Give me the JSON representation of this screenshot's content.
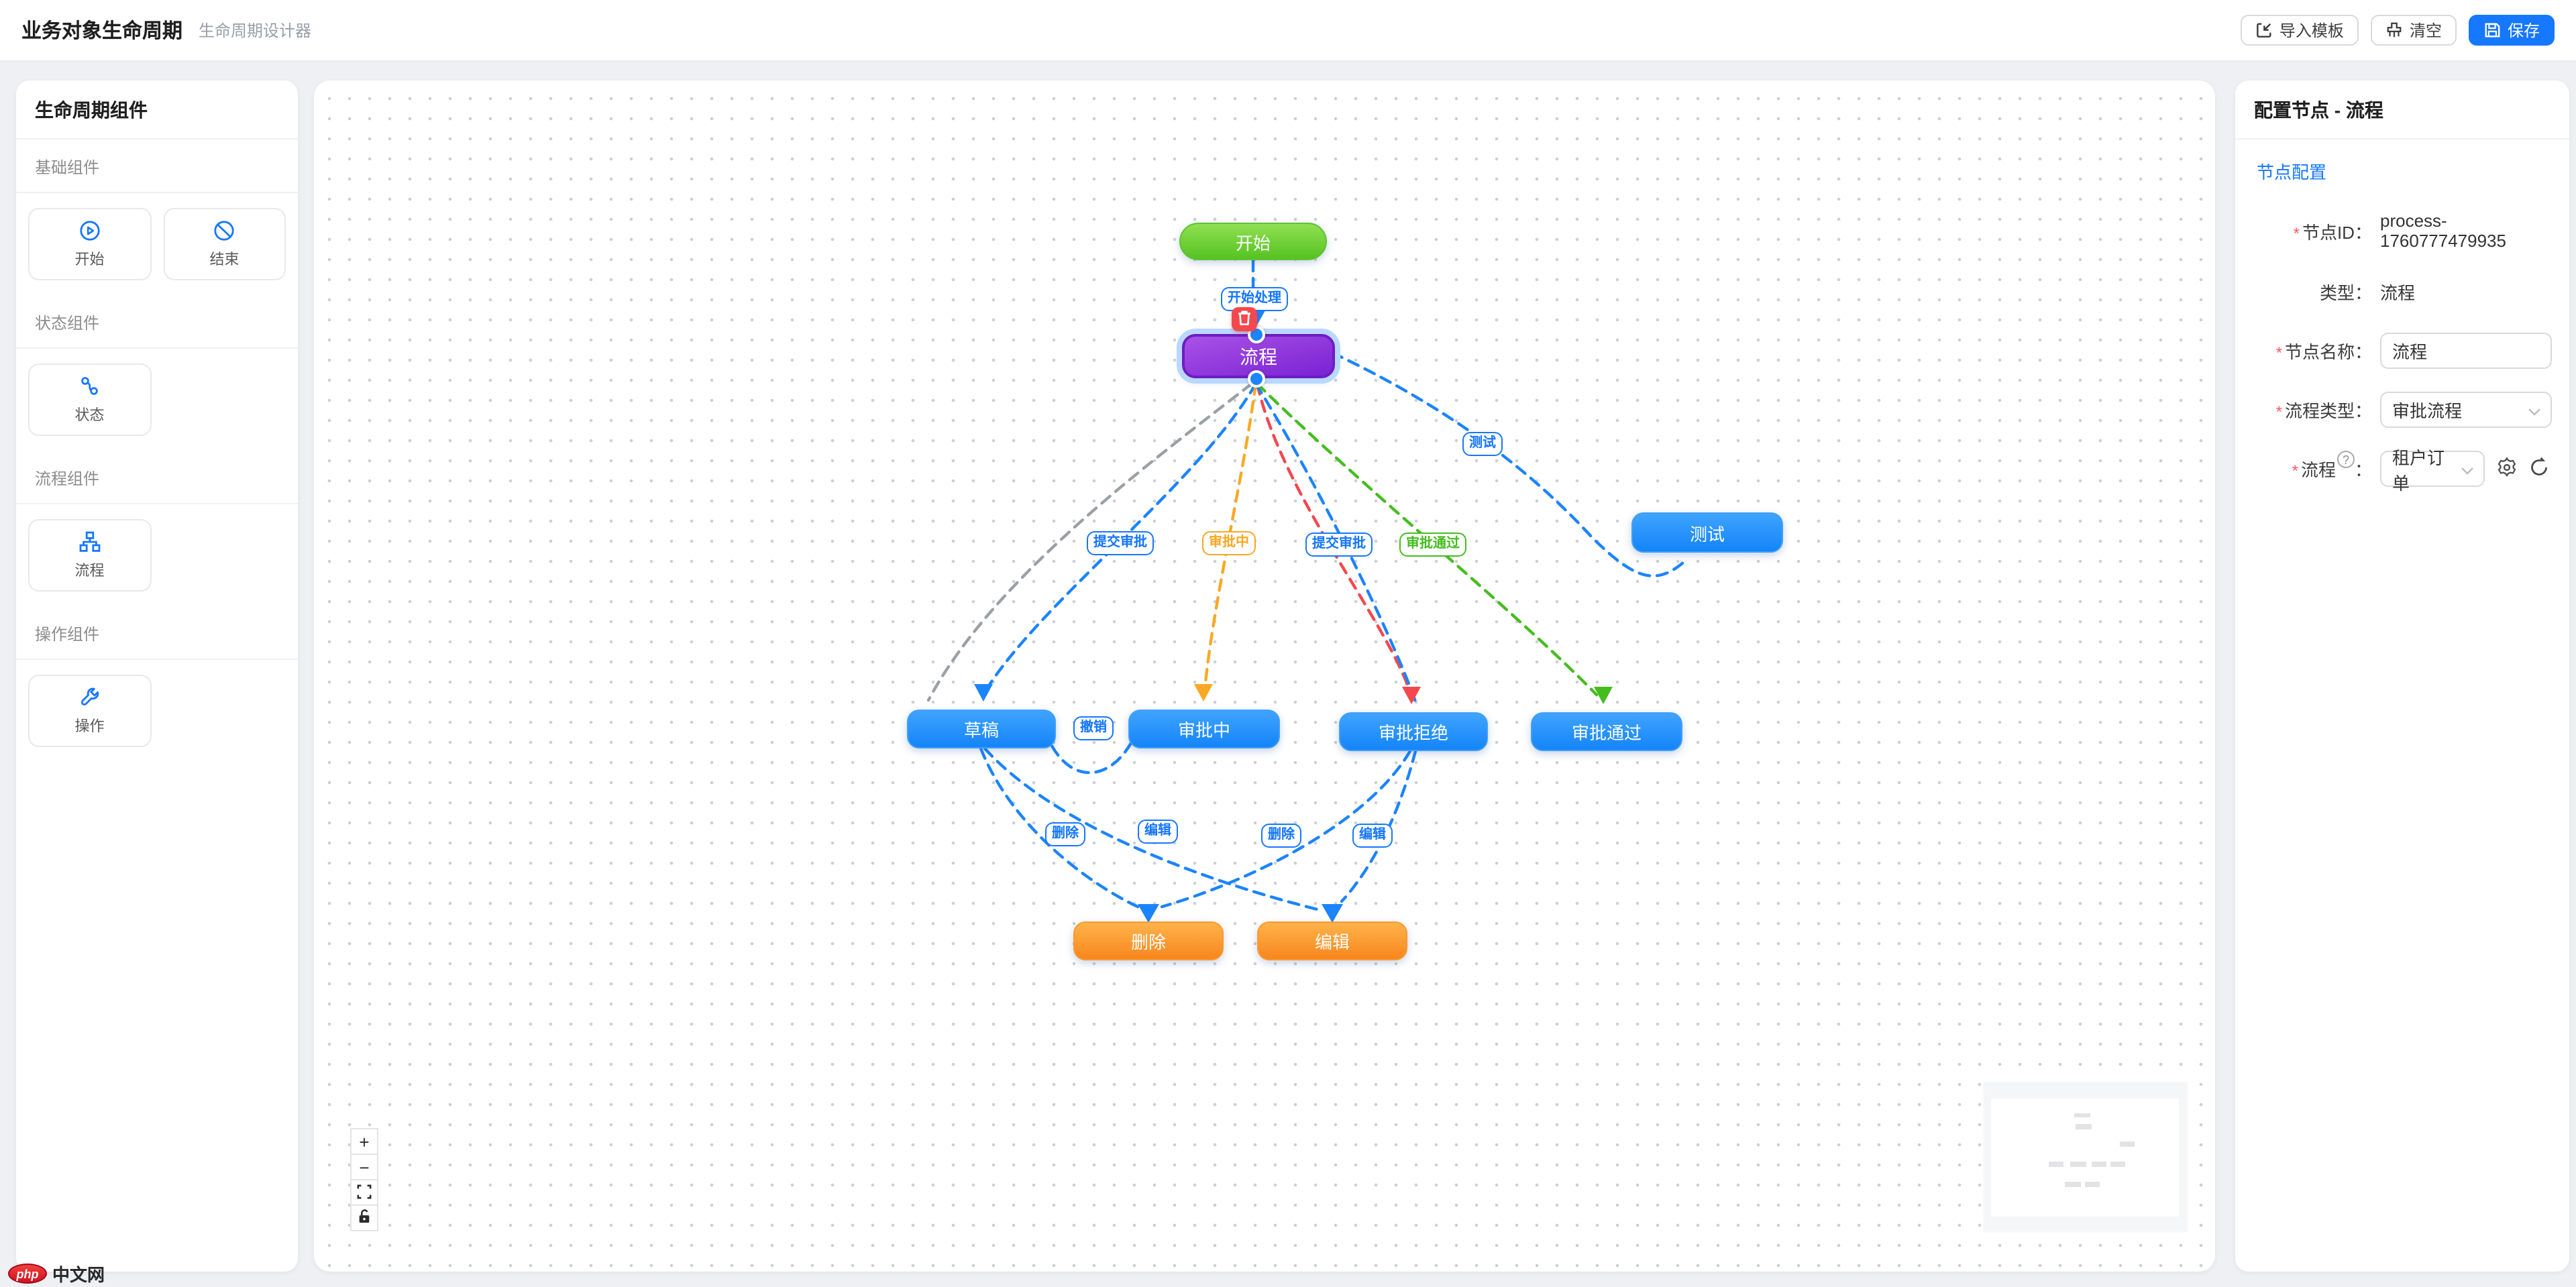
{
  "header": {
    "title": "业务对象生命周期",
    "subtitle": "生命周期设计器",
    "import_label": "导入模板",
    "clear_label": "清空",
    "save_label": "保存"
  },
  "sidebar": {
    "title": "生命周期组件",
    "sections": [
      {
        "heading": "基础组件",
        "items": [
          {
            "label": "开始",
            "icon": "play-circle-icon"
          },
          {
            "label": "结束",
            "icon": "ban-icon"
          }
        ]
      },
      {
        "heading": "状态组件",
        "items": [
          {
            "label": "状态",
            "icon": "state-icon"
          }
        ]
      },
      {
        "heading": "流程组件",
        "items": [
          {
            "label": "流程",
            "icon": "sitemap-icon"
          }
        ]
      },
      {
        "heading": "操作组件",
        "items": [
          {
            "label": "操作",
            "icon": "wrench-icon"
          }
        ]
      }
    ]
  },
  "canvas": {
    "nodes": [
      {
        "id": "start",
        "label": "开始",
        "color": "green"
      },
      {
        "id": "process",
        "label": "流程",
        "color": "purple",
        "selected": true
      },
      {
        "id": "test",
        "label": "测试",
        "color": "blue"
      },
      {
        "id": "draft",
        "label": "草稿",
        "color": "blue"
      },
      {
        "id": "approving",
        "label": "审批中",
        "color": "blue"
      },
      {
        "id": "rejected",
        "label": "审批拒绝",
        "color": "blue"
      },
      {
        "id": "approved",
        "label": "审批通过",
        "color": "blue"
      },
      {
        "id": "delete",
        "label": "删除",
        "color": "orange"
      },
      {
        "id": "edit",
        "label": "编辑",
        "color": "orange"
      }
    ],
    "edge_labels": [
      {
        "text": "开始处理",
        "color": "blue"
      },
      {
        "text": "测试",
        "color": "blue"
      },
      {
        "text": "提交审批",
        "color": "blue"
      },
      {
        "text": "审批中",
        "color": "orange"
      },
      {
        "text": "提交审批",
        "color": "blue"
      },
      {
        "text": "审批通过",
        "color": "green"
      },
      {
        "text": "撤销",
        "color": "blue"
      },
      {
        "text": "删除",
        "color": "blue"
      },
      {
        "text": "编辑",
        "color": "blue"
      },
      {
        "text": "删除",
        "color": "blue"
      },
      {
        "text": "编辑",
        "color": "blue"
      }
    ],
    "edge_colors": {
      "blue": "#1b84ff",
      "gray": "#9aa0a6",
      "orange": "#f9a825",
      "red": "#f5474d",
      "green": "#45bd1f"
    },
    "zoom_controls": {
      "zoom_in": "+",
      "zoom_out": "−"
    }
  },
  "rightPanel": {
    "title": "配置节点 - 流程",
    "tab": "节点配置",
    "required_mark": "*",
    "colon": "：",
    "help_mark": "?",
    "fields": {
      "id": {
        "label": "节点ID",
        "value": "process-1760777479935"
      },
      "type": {
        "label": "类型",
        "value": "流程"
      },
      "name": {
        "label": "节点名称",
        "value": "流程"
      },
      "processType": {
        "label": "流程类型",
        "value": "审批流程"
      },
      "process": {
        "label": "流程",
        "value": "租户订单"
      }
    }
  },
  "watermark": {
    "logo": "php",
    "text": "中文网"
  }
}
